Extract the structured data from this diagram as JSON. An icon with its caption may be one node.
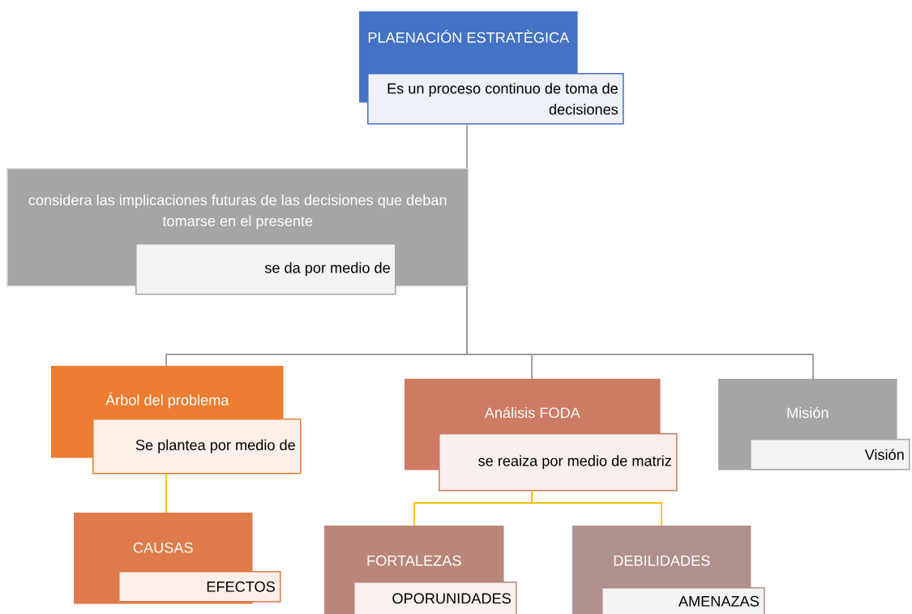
{
  "diagram": {
    "nodes": [
      {
        "text": [
          "PLAENACIÓN ESTRATÈGICA"
        ]
      },
      {
        "text": [
          "Es un proceso continuo de toma de decisiones"
        ]
      },
      {
        "text": [
          "considera las implicaciones futuras de las decisiones que deban tomarse en el presente"
        ]
      },
      {
        "text": [
          "se da por medio de"
        ]
      },
      {
        "text": [
          "Árbol del problema"
        ]
      },
      {
        "text": [
          "Se plantea por medio de"
        ]
      },
      {
        "text": [
          "Análisis FODA"
        ]
      },
      {
        "text": [
          "se reaiza por medio de matriz"
        ]
      },
      {
        "text": [
          "Misión"
        ]
      },
      {
        "text": [
          "Visión"
        ]
      },
      {
        "text": [
          "CAUSAS"
        ]
      },
      {
        "text": [
          "EFECTOS"
        ]
      },
      {
        "text": [
          "FORTALEZAS"
        ]
      },
      {
        "text": [
          "OPORUNIDADES"
        ]
      },
      {
        "text": [
          "DEBILIDADES"
        ]
      },
      {
        "text": [
          "AMENAZAS"
        ]
      }
    ],
    "edges": [
      {
        "from": 1,
        "to": 2,
        "arrow": "none"
      },
      {
        "from": 2,
        "to": 4,
        "arrow": "none"
      },
      {
        "from": 2,
        "to": 6,
        "arrow": "none"
      },
      {
        "from": 2,
        "to": 8,
        "arrow": "none"
      },
      {
        "from": 5,
        "to": 10,
        "arrow": "none",
        "color": "#ffc000"
      },
      {
        "from": 7,
        "to": 12,
        "arrow": "none",
        "color": "#ffc000"
      },
      {
        "from": 7,
        "to": 14,
        "arrow": "none",
        "color": "#ffc000"
      }
    ]
  }
}
